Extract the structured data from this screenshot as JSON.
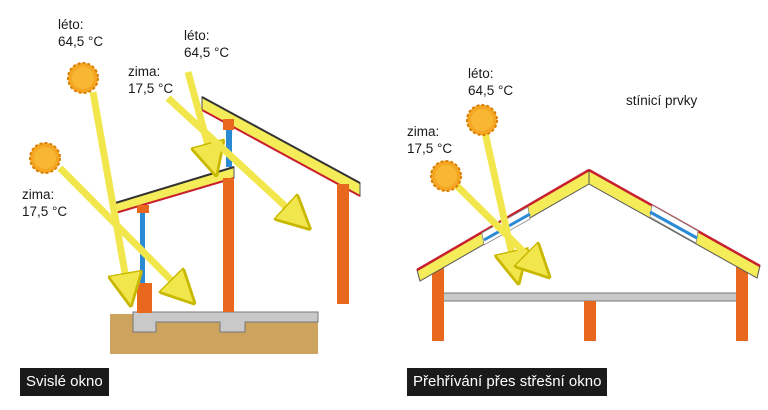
{
  "colors": {
    "sun": "#f5a623",
    "sun_ray": "#f0a020",
    "beam": "#f2e64d",
    "beam_edge": "#c9b800",
    "roof_insulation": "#f4ec58",
    "roof_edge_red": "#c8202e",
    "roof_edge_dark": "#333333",
    "post": "#e8691e",
    "post_dark": "#c24a10",
    "window": "#2a8ad4",
    "ground": "#cda35e",
    "concrete": "#c9c9c9"
  },
  "left_panel": {
    "sun_summer_a": {
      "season": "léto:",
      "temp": "64,5 °C"
    },
    "sun_summer_b": {
      "season": "léto:",
      "temp": "64,5 °C"
    },
    "sun_winter_a": {
      "season": "zima:",
      "temp": "17,5 °C"
    },
    "sun_winter_b": {
      "season": "zima:",
      "temp": "17,5 °C"
    },
    "caption": "Svislé okno"
  },
  "right_panel": {
    "sun_summer": {
      "season": "léto:",
      "temp": "64,5 °C"
    },
    "sun_winter": {
      "season": "zima:",
      "temp": "17,5 °C"
    },
    "shading_label": "stínicí prvky",
    "caption": "Přehřívání přes střešní okno"
  }
}
